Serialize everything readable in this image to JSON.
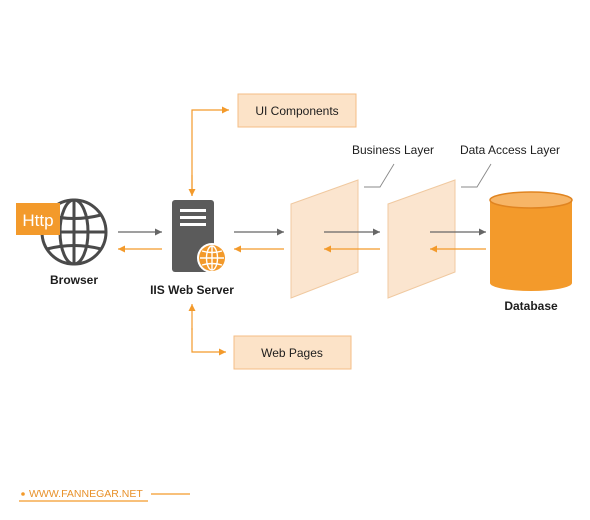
{
  "colors": {
    "accent": "#F39A2B",
    "accent_dark": "#E8912A",
    "box_fill": "#FCE3C8",
    "box_stroke": "#F4BE86",
    "layer_fill": "#FBE5CF",
    "layer_stroke": "#F0C9A0",
    "server_gray": "#5B5B5B",
    "arrow_gray": "#666666",
    "text": "#1D1D1D"
  },
  "nodes": {
    "browser": {
      "label": "Browser",
      "badge": "Http",
      "icon": "globe-icon"
    },
    "server": {
      "label": "IIS Web Server",
      "icon": "server-icon"
    },
    "ui_components": {
      "label": "UI Components"
    },
    "web_pages": {
      "label": "Web Pages"
    },
    "business_layer": {
      "label": "Business Layer"
    },
    "data_access_layer": {
      "label": "Data Access Layer"
    },
    "database": {
      "label": "Database",
      "icon": "database-icon"
    }
  },
  "footer": {
    "website": "WWW.FANNEGAR.NET"
  }
}
